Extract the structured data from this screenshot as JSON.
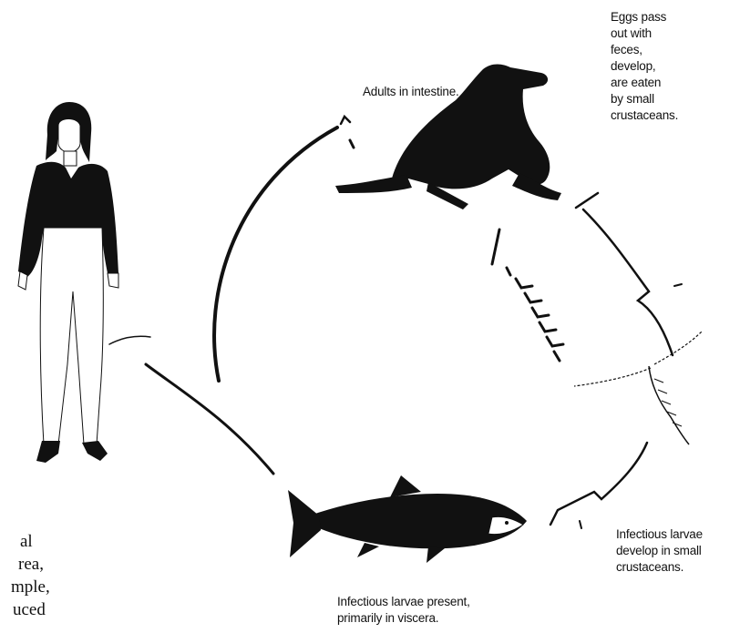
{
  "labels": {
    "adults": "Adults in intestine.",
    "eggs": [
      "Eggs pass",
      "out with",
      "feces,",
      "develop,",
      "are eaten",
      "by small",
      "crustaceans."
    ],
    "crustacean": [
      "Infectious larvae",
      "develop in small",
      "crustaceans."
    ],
    "fish": [
      "Infectious larvae present,",
      "primarily in viscera."
    ]
  },
  "cropped_text": [
    "al",
    "rea,",
    "mple,",
    "uced"
  ],
  "colors": {
    "ink": "#111111",
    "background": "#ffffff"
  }
}
